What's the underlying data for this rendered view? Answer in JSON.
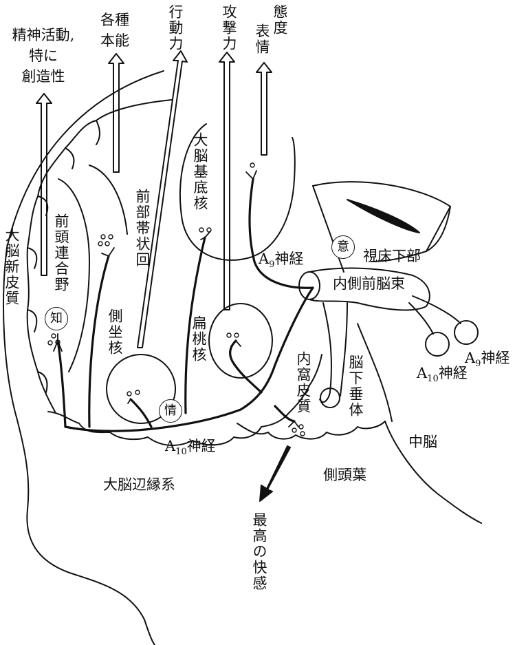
{
  "top_outputs": {
    "creativity": [
      "精神活動,",
      "特に",
      "創造性"
    ],
    "instinct": [
      "各種",
      "本能"
    ],
    "action": "行動力",
    "aggression": "攻撃力",
    "expression_a": "表情",
    "expression_b": "態度"
  },
  "regions": {
    "neocortex": "大脳新皮質",
    "prefrontal": "前頭連合野",
    "cingulate": "前部帯状回",
    "basal_ganglia": "大脳基底核",
    "accumbens": "側坐核",
    "amygdala": "扁桃核",
    "insula": "内窩皮質",
    "pituitary": "脳下垂体",
    "hypothalamus": "視床下部",
    "mfb": "内側前脳束",
    "midbrain": "中脳",
    "temporal": "側頭葉",
    "limbic": "大脳辺縁系",
    "pleasure": "最高の快感"
  },
  "nerves": {
    "a9_upper": {
      "main": "A",
      "sub": "9",
      "suffix": "神経"
    },
    "a9_right": {
      "main": "A",
      "sub": "9",
      "suffix": "神経"
    },
    "a10_right": {
      "main": "A",
      "sub": "10",
      "suffix": "神経"
    },
    "a10_bottom": {
      "main": "A",
      "sub": "10",
      "suffix": "神経"
    }
  },
  "circled": {
    "chi": "知",
    "jo": "情",
    "i": "意"
  }
}
